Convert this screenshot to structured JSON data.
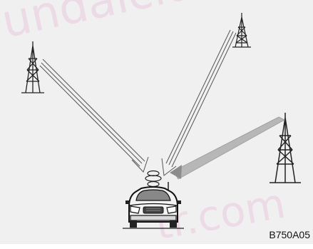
{
  "figure": {
    "code": "B750A05",
    "background_color": "#f0f0f0",
    "line_color": "#222222",
    "arrow_gray": "#b7b7b7"
  },
  "watermark": {
    "top_text": "undaiclub.",
    "bottom_text": "tr.com"
  },
  "icons": {
    "tower_left": "radio-tower-icon",
    "tower_top_right": "radio-tower-icon",
    "tower_right": "radio-tower-icon",
    "car": "car-icon",
    "signal_spiral": "signal-spiral-icon"
  }
}
